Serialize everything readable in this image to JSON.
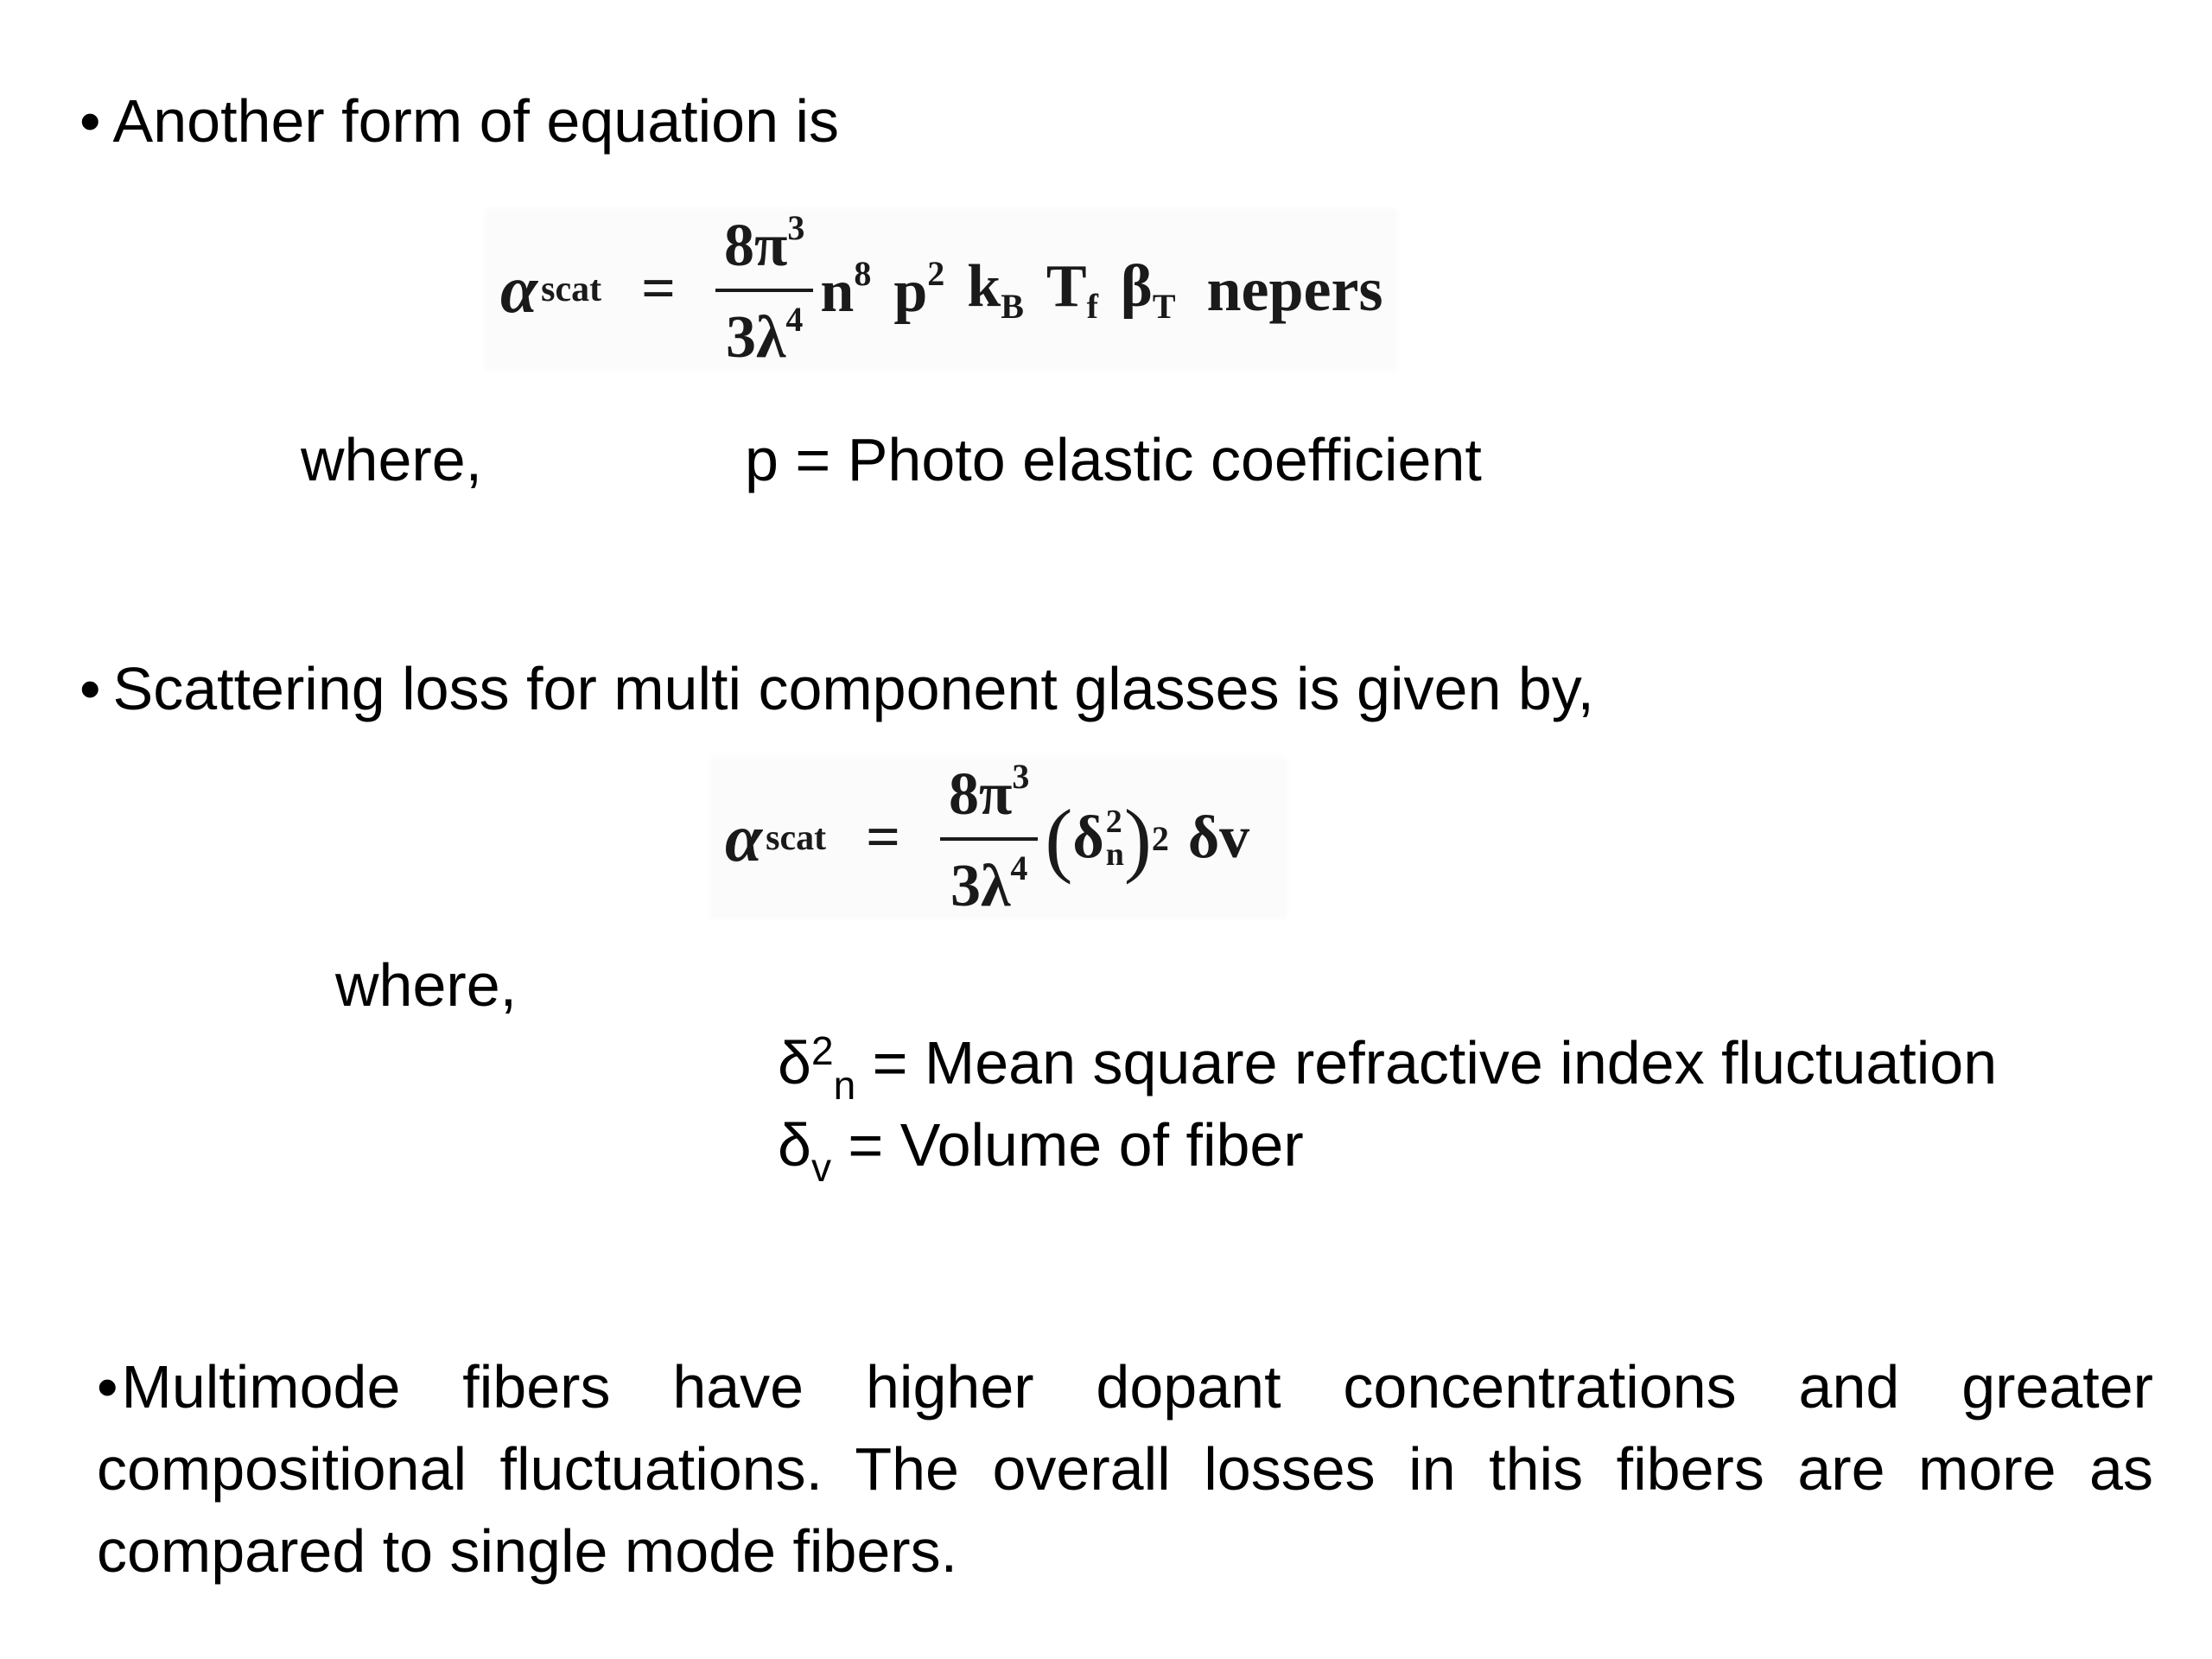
{
  "bullets": {
    "glyph": "•",
    "first": "Another form of equation is",
    "second": "Scattering loss for multi component glasses is given by,"
  },
  "equation1": {
    "lhs": "α",
    "lhs_sub": "scat",
    "equals": "=",
    "numerator": "8π",
    "numerator_sup": "3",
    "denominator": "3λ",
    "denominator_sup": "4",
    "terms": [
      {
        "base": "n",
        "sup": "8"
      },
      {
        "base": "p",
        "sup": "2"
      },
      {
        "base": "k",
        "sub": "B"
      },
      {
        "base": "T",
        "sub": "f"
      },
      {
        "base": "β",
        "sub": "T"
      }
    ],
    "unit": "nepers"
  },
  "equation2": {
    "lhs": "α",
    "lhs_sub": "scat",
    "equals": "=",
    "numerator": "8π",
    "numerator_sup": "3",
    "denominator": "3λ",
    "denominator_sup": "4",
    "open": "(",
    "delta": "δ",
    "delta_sup": "2",
    "delta_sub": "n",
    "close": ")",
    "outer_sup": "2",
    "tail": "δv"
  },
  "where1": {
    "label": "where,",
    "definition": "p = Photo elastic coefficient"
  },
  "where2": {
    "label": "where,",
    "def1_symbol": "δ",
    "def1_sup": "2",
    "def1_sub": "n",
    "def1_text": " = Mean square refractive index fluctuation",
    "def2_symbol": "δ",
    "def2_sub": "v",
    "def2_text": " = Volume of fiber"
  },
  "paragraph": {
    "glyph": "•",
    "text": "Multimode fibers have higher dopant concentrations and greater compositional fluctuations. The overall losses in this fibers are more as compared to single mode fibers."
  }
}
